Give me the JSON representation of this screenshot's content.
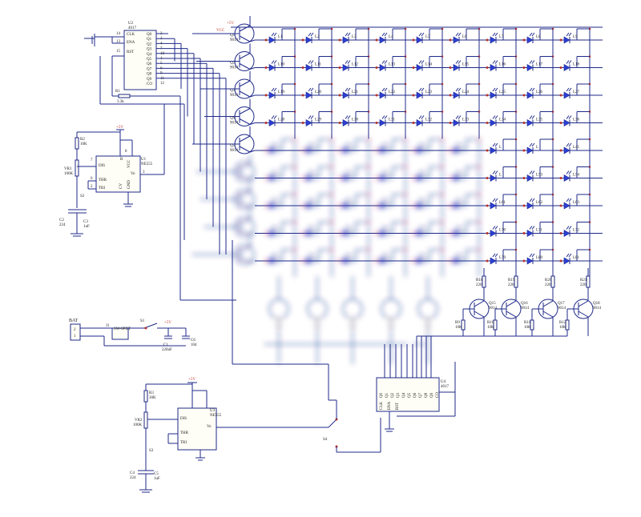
{
  "vcc_label": "VCC",
  "plus_v": "+5V",
  "u2": {
    "ref": "U2",
    "part": "4017",
    "left_pins": [
      {
        "num": "14",
        "name": "CLK"
      },
      {
        "num": "13",
        "name": "ENA"
      },
      {
        "num": "15",
        "name": "RST"
      }
    ],
    "right_pins": [
      {
        "name": "Q0",
        "num": "3"
      },
      {
        "name": "Q1",
        "num": "2"
      },
      {
        "name": "Q2",
        "num": "4"
      },
      {
        "name": "Q3",
        "num": "7"
      },
      {
        "name": "Q4",
        "num": "10"
      },
      {
        "name": "Q5",
        "num": "1"
      },
      {
        "name": "Q6",
        "num": "5"
      },
      {
        "name": "Q7",
        "num": "6"
      },
      {
        "name": "Q8",
        "num": "9"
      },
      {
        "name": "Q9",
        "num": "11"
      },
      {
        "name": "CO",
        "num": "12"
      }
    ]
  },
  "r1": {
    "ref": "R1",
    "value": "3.3k"
  },
  "u1": {
    "ref": "U1",
    "part": "NE555",
    "pins": {
      "dis": "DIS",
      "thr": "THR",
      "tri": "TRI",
      "cv": "CV",
      "vcc": "VCC",
      "gnd": "GND",
      "r": "R",
      "vo": "Vo"
    },
    "pin_nums": {
      "p8": "8",
      "p7": "7",
      "p6": "6",
      "p2": "2",
      "p4": "4",
      "p3": "3",
      "p5": "5",
      "p1": "1"
    }
  },
  "r2": {
    "ref": "R2",
    "value": "10K"
  },
  "vr1": {
    "ref": "VR1",
    "value": "100K"
  },
  "s2": "S2",
  "c2": {
    "ref": "C2",
    "value": "224"
  },
  "c3": {
    "ref": "C3",
    "value": "1uF"
  },
  "bat": {
    "ref": "BAT",
    "pins": [
      "2",
      "1"
    ]
  },
  "j1": "J1",
  "s1": {
    "ref": "S1",
    "alt": "SW-SPDT"
  },
  "c1": {
    "ref": "C1",
    "value": "220uF"
  },
  "c6": {
    "ref": "C6",
    "value": "104"
  },
  "u3": {
    "ref": "U3",
    "part": "NE555"
  },
  "r3": {
    "ref": "R3",
    "value": "30K"
  },
  "vr2": {
    "ref": "VR2",
    "value": "100K"
  },
  "s3": "S3",
  "c4": {
    "ref": "C4",
    "value": "224"
  },
  "c5": {
    "ref": "C5",
    "value": "1uF"
  },
  "s4": "S4",
  "u4": {
    "ref": "U4",
    "part": "4017",
    "pins": [
      "Q0",
      "Q1",
      "Q2",
      "Q3",
      "Q4",
      "Q5",
      "Q6",
      "Q7",
      "Q8",
      "Q9",
      "CO"
    ],
    "left_pins": [
      "CLK",
      "ENA",
      "RST"
    ],
    "nums": [
      "14",
      "13",
      "15"
    ]
  },
  "row_transistors": [
    {
      "ref": "Q1",
      "part": "9014"
    },
    {
      "ref": "Q2",
      "part": "9014"
    },
    {
      "ref": "Q3",
      "part": "9014"
    },
    {
      "ref": "Q4",
      "part": "9014"
    },
    {
      "ref": "Q5",
      "part": "9014"
    }
  ],
  "col_transistors": [
    {
      "ref": "Q15",
      "part": "9014",
      "base_r": "R9",
      "base_val": "10K",
      "col_r": "R18",
      "col_val": "220"
    },
    {
      "ref": "Q16",
      "part": "9014",
      "base_r": "R10",
      "base_val": "10K",
      "col_r": "R19",
      "col_val": "220"
    },
    {
      "ref": "Q17",
      "part": "9014",
      "base_r": "R11",
      "base_val": "10K",
      "col_r": "R20",
      "col_val": "220"
    },
    {
      "ref": "Q18",
      "part": "9014",
      "base_r": "R12",
      "base_val": "10K",
      "col_r": "R21",
      "col_val": "220"
    }
  ],
  "led_labels": [
    [
      "L1",
      "L2",
      "L3",
      "L4",
      "L5",
      "L6",
      "L7",
      "L8",
      "L9"
    ],
    [
      "L10",
      "L11",
      "L12",
      "L13",
      "L14",
      "L15",
      "L16",
      "L17",
      "L18"
    ],
    [
      "L19",
      "L20",
      "L21",
      "L22",
      "L23",
      "L24",
      "L25",
      "L26",
      "L27"
    ],
    [
      "L28",
      "L29",
      "L30",
      "L31",
      "L32",
      "L33",
      "L34",
      "L35",
      "L36"
    ],
    [
      "",
      "",
      "",
      "",
      "",
      "",
      "",
      "",
      "L45"
    ],
    [
      "",
      "",
      "",
      "",
      "",
      "",
      "",
      "L53",
      "L54"
    ],
    [
      "",
      "",
      "",
      "",
      "",
      "",
      "L61",
      "L62",
      "L63"
    ],
    [
      "",
      "",
      "",
      "",
      "",
      "",
      "L70",
      "L71",
      "L72"
    ],
    [
      "",
      "",
      "",
      "",
      "",
      "",
      "L79",
      "L80",
      "L81"
    ]
  ]
}
